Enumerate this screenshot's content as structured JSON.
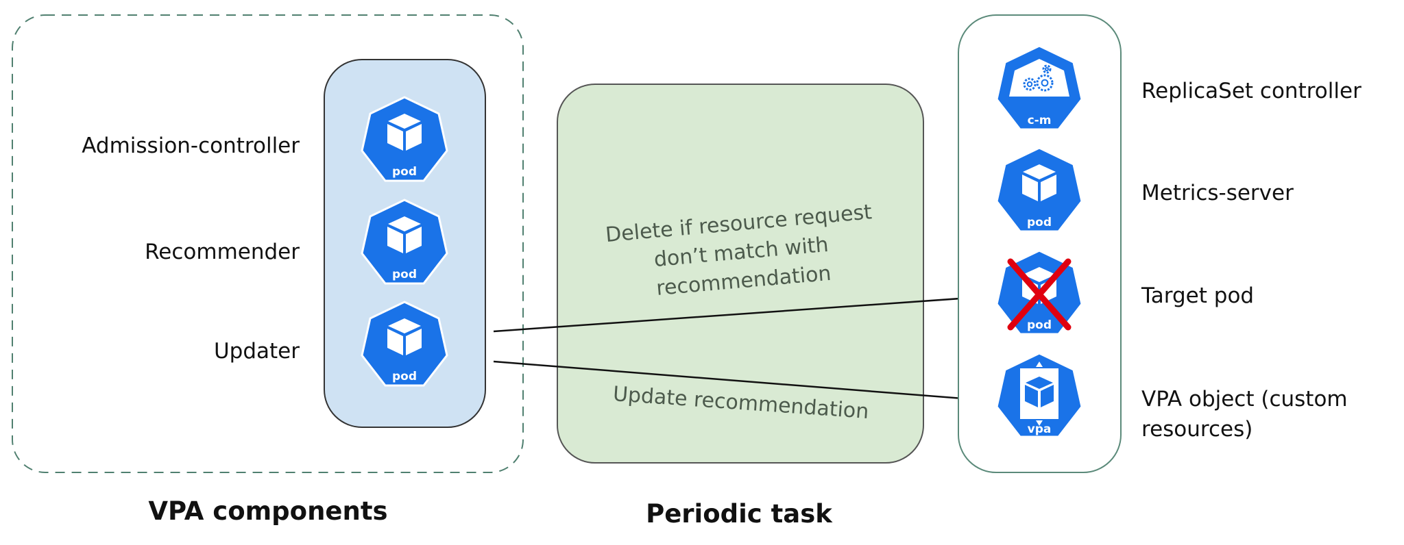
{
  "colors": {
    "icon_blue": "#1a73e8",
    "group_fill": "#cfe2f3",
    "task_fill": "#d9ead3",
    "border_green": "#5b8a7a",
    "delete_mark": "#e0000f"
  },
  "vpa_components": {
    "title": "VPA components",
    "items": [
      {
        "label": "Admission-controller",
        "icon": "pod-icon",
        "icon_text": "pod"
      },
      {
        "label": "Recommender",
        "icon": "pod-icon",
        "icon_text": "pod"
      },
      {
        "label": "Updater",
        "icon": "pod-icon",
        "icon_text": "pod"
      }
    ]
  },
  "periodic_task": {
    "title": "Periodic task",
    "delete_note": [
      "Delete if resource request",
      "don’t match with",
      "recommendation"
    ],
    "update_note": "Update recommendation"
  },
  "targets": [
    {
      "label": "ReplicaSet controller",
      "icon": "controller-manager-icon",
      "icon_text": "c-m"
    },
    {
      "label": "Metrics-server",
      "icon": "pod-icon",
      "icon_text": "pod"
    },
    {
      "label": "Target pod",
      "icon": "pod-icon",
      "icon_text": "pod",
      "deleted": true
    },
    {
      "label_lines": [
        "VPA object (custom",
        "resources)"
      ],
      "icon": "vpa-icon",
      "icon_text": "vpa"
    }
  ]
}
